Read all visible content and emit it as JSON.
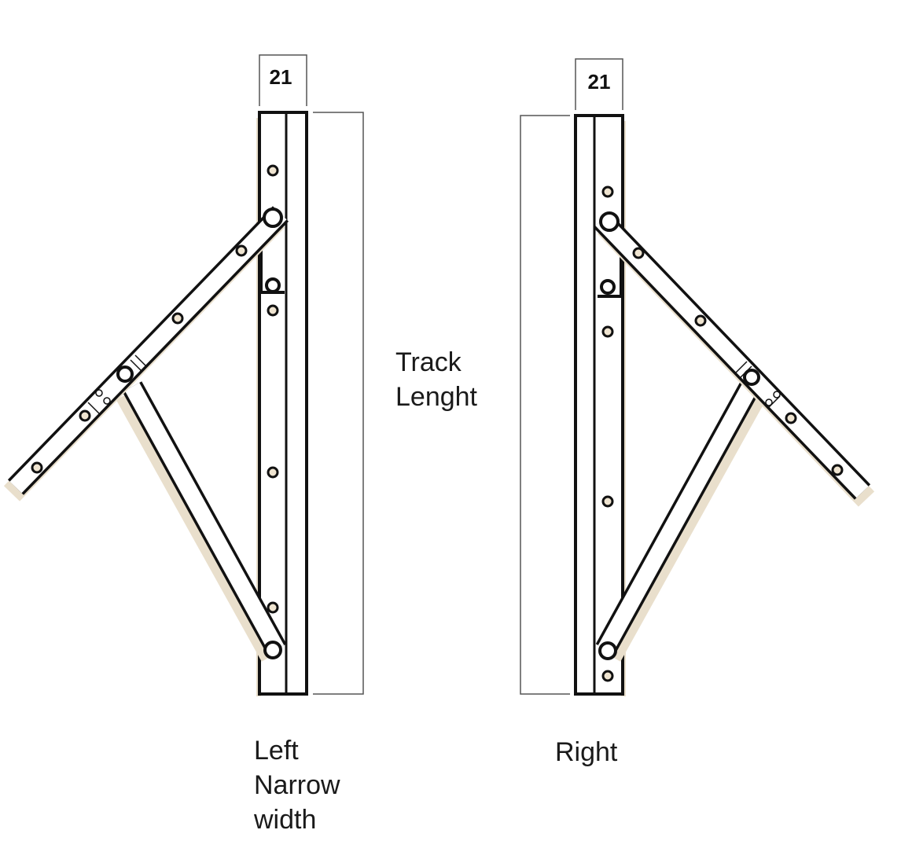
{
  "dimension_width": "21",
  "track_label": [
    "Track",
    "Lenght"
  ],
  "left_label": [
    "Left",
    "Narrow",
    "width"
  ],
  "right_label": "Right",
  "colors": {
    "line": "#111111",
    "shadow": "#e9dfcc",
    "hole_fill": "#efe4d0"
  }
}
